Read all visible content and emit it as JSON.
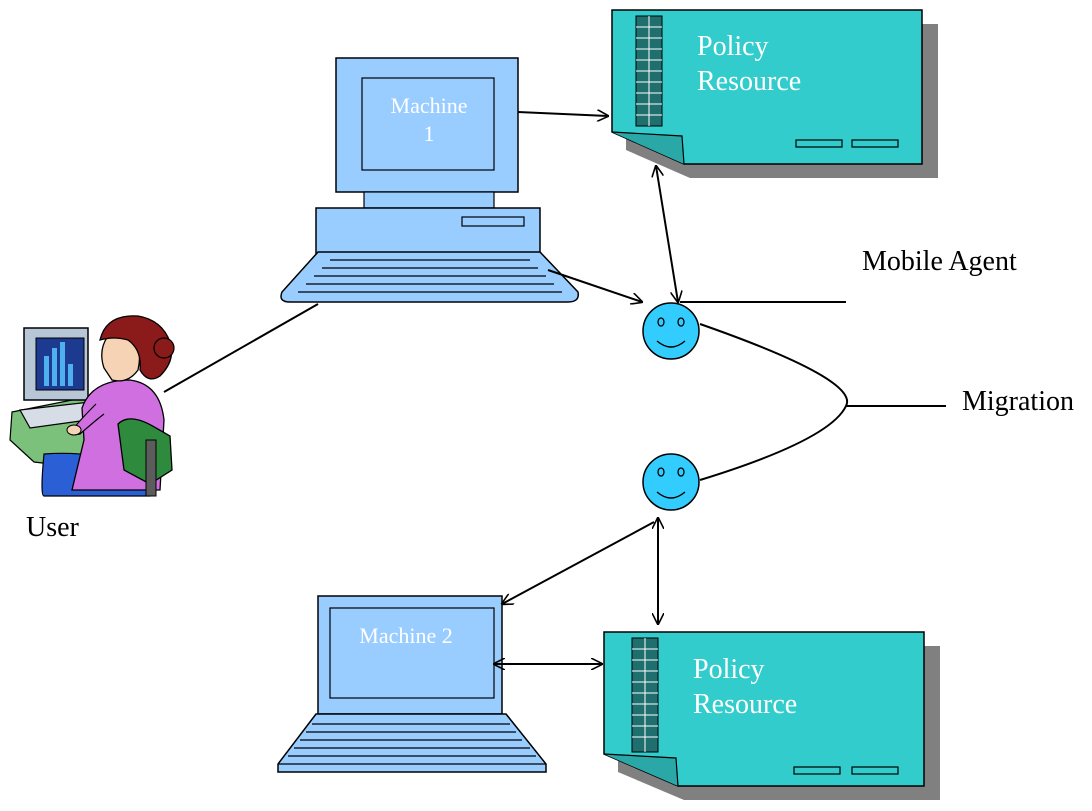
{
  "machine1": {
    "line1": "Machine",
    "line2": "1"
  },
  "machine2": {
    "label": "Machine 2"
  },
  "policy_top": {
    "line1": "Policy",
    "line2": "Resource"
  },
  "policy_bottom": {
    "line1": "Policy",
    "line2": "Resource"
  },
  "labels": {
    "mobile_agent": "Mobile Agent",
    "migration": "Migration",
    "user": "User"
  },
  "colors": {
    "device_fill": "#99ccff",
    "document_fill": "#33cccc",
    "agent_fill": "#33ccff",
    "shadow": "#808080"
  }
}
